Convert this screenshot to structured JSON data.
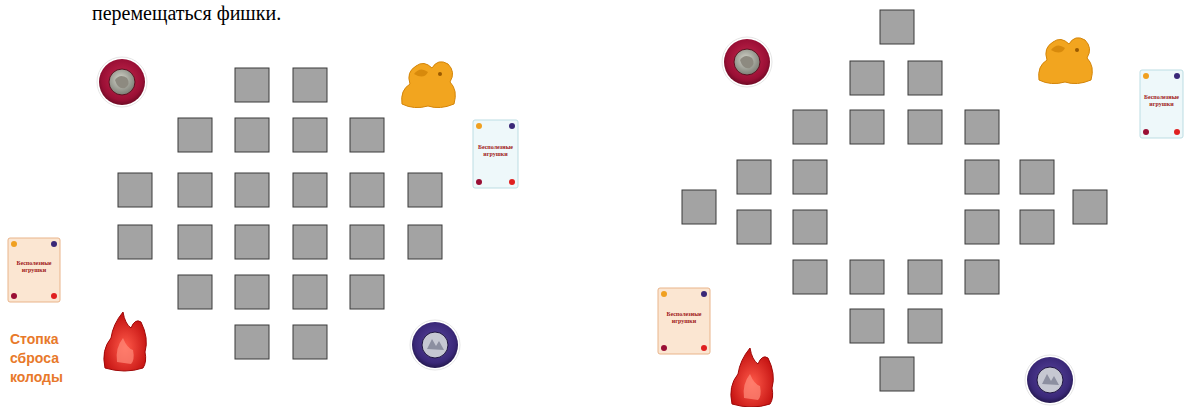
{
  "diagram": {
    "labels": [
      "перемещаться фишки.",
      "Бесполезные игрушки",
      "Бесполезные игрушки",
      "Стопка сброса колоды",
      "Бесполезные игрушки",
      "Бесполезные игрушки"
    ]
  }
}
